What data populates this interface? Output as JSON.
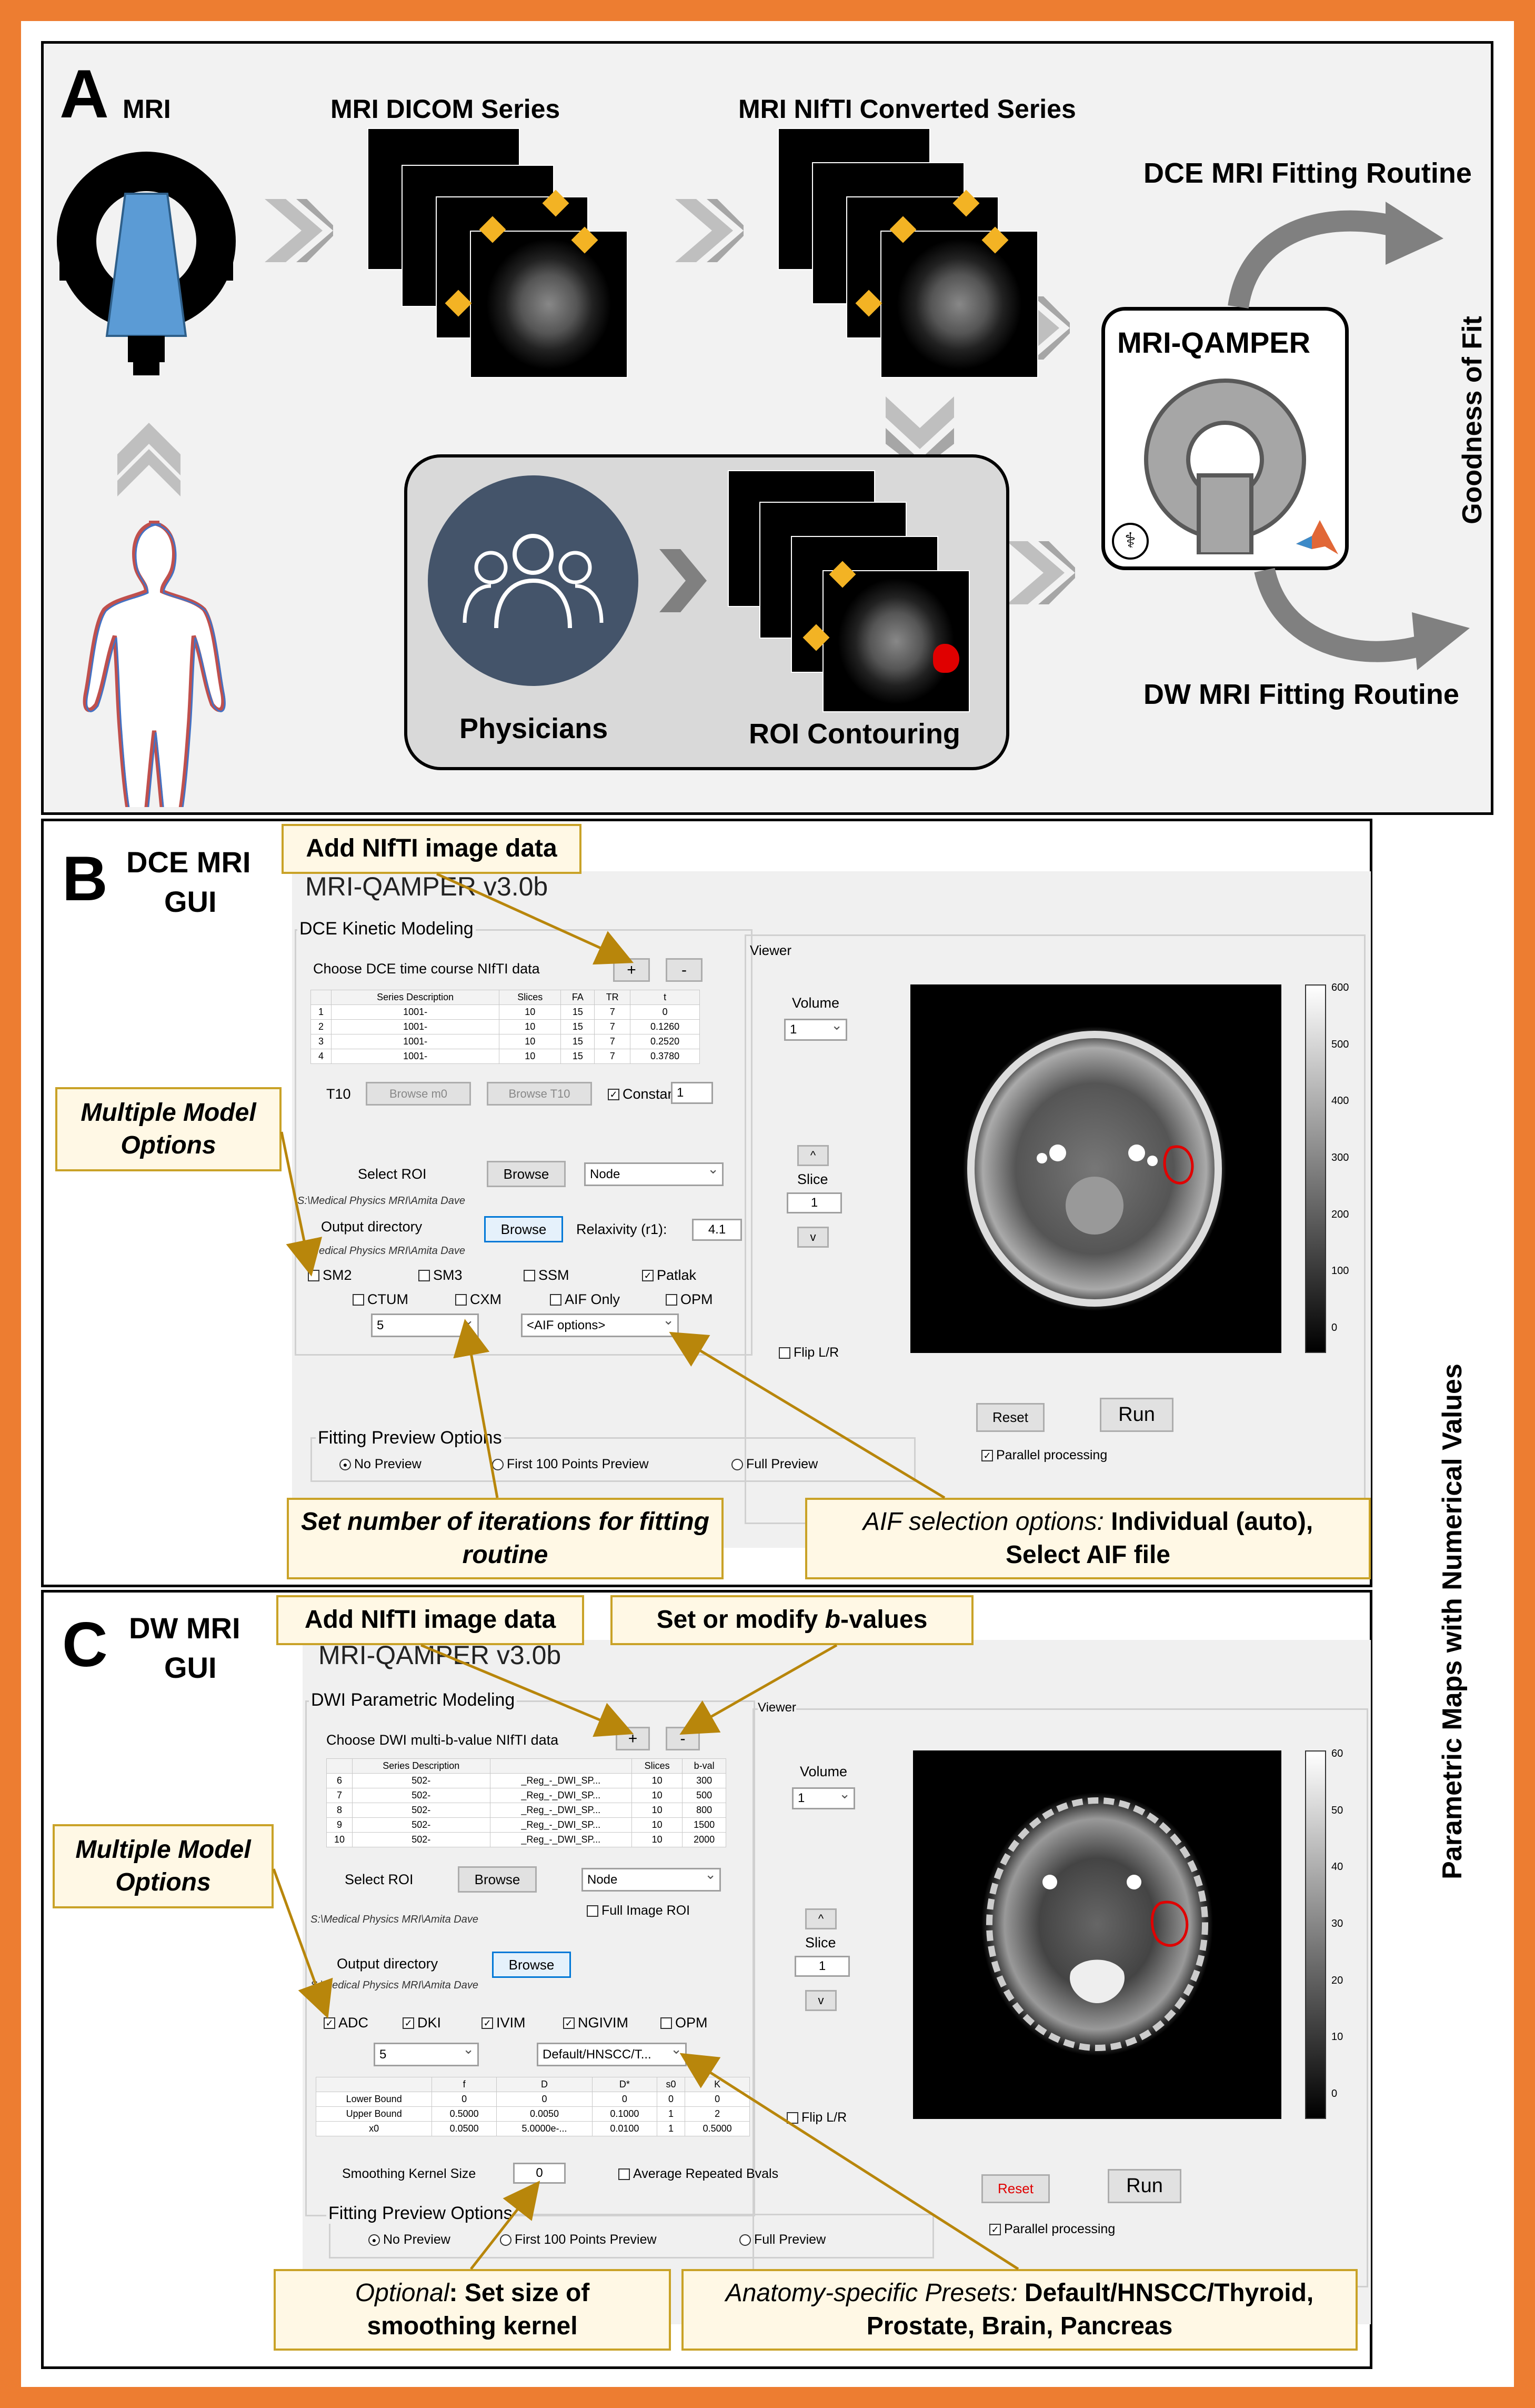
{
  "panelA": {
    "letter": "A",
    "mri_label": "MRI",
    "dicom_label": "MRI DICOM Series",
    "nifti_label": "MRI NIfTI Converted Series",
    "dce_routine": "DCE MRI Fitting Routine",
    "dw_routine": "DW MRI Fitting Routine",
    "qamper_label": "MRI-QAMPER",
    "goodness_label": "Goodness of Fit",
    "physicians_label": "Physicians",
    "roi_label": "ROI Contouring"
  },
  "right_label": "Parametric Maps with Numerical Values",
  "panelB": {
    "letter": "B",
    "title_line1": "DCE MRI",
    "title_line2": "GUI",
    "ann_add": "Add NIfTI image data",
    "ann_models": "Multiple Model Options",
    "ann_iter": "Set number of iterations for fitting routine",
    "ann_aif_it": "AIF selection options:",
    "ann_aif_b1": " Individual (auto),",
    "ann_aif_b2": "Select AIF file",
    "gui": {
      "app_title": "MRI-QAMPER v3.0b",
      "section": "DCE Kinetic Modeling",
      "choose": "Choose DCE time course NIfTI data",
      "plus": "+",
      "minus": "-",
      "viewer": "Viewer",
      "headers": [
        "",
        "Series Description",
        "Slices",
        "FA",
        "TR",
        "t"
      ],
      "rows": [
        [
          "1",
          "1001-",
          "10",
          "15",
          "7",
          "0"
        ],
        [
          "2",
          "1001-",
          "10",
          "15",
          "7",
          "0.1260"
        ],
        [
          "3",
          "1001-",
          "10",
          "15",
          "7",
          "0.2520"
        ],
        [
          "4",
          "1001-",
          "10",
          "15",
          "7",
          "0.3780"
        ]
      ],
      "t10": "T10",
      "browse_m0": "Browse m0",
      "browse_t10": "Browse T10",
      "constant": "Constant",
      "constant_val": "1",
      "select_roi": "Select ROI",
      "browse": "Browse",
      "roi_value": "Node",
      "path": "S:\\Medical Physics MRI\\Amita Dave",
      "output_dir": "Output directory",
      "relaxivity": "Relaxivity (r1):",
      "relaxivity_val": "4.1",
      "models": [
        "SM2",
        "SM3",
        "SSM",
        "Patlak",
        "CTUM",
        "CXM",
        "AIF Only",
        "OPM"
      ],
      "iter_val": "5",
      "aif_val": "<AIF options>",
      "volume": "Volume",
      "volume_val": "1",
      "up": "^",
      "slice": "Slice",
      "slice_val": "1",
      "down": "v",
      "flip": "Flip L/R",
      "cbar_ticks": [
        "600",
        "500",
        "400",
        "300",
        "200",
        "100",
        "0"
      ],
      "reset": "Reset",
      "run": "Run",
      "parallel": "Parallel processing",
      "preview_title": "Fitting Preview Options",
      "preview_opts": [
        "No Preview",
        "First 100 Points Preview",
        "Full Preview"
      ]
    }
  },
  "panelC": {
    "letter": "C",
    "title_line1": "DW MRI",
    "title_line2": "GUI",
    "ann_add": "Add NIfTI image data",
    "ann_bvals_pre": "Set or modify ",
    "ann_bvals_b": "b",
    "ann_bvals_post": "-values",
    "ann_models": "Multiple Model Options",
    "ann_smooth_it": "Optional",
    "ann_smooth_1": ": Set size of",
    "ann_smooth_2": "smoothing kernel",
    "ann_presets_it": "Anatomy-specific Presets:",
    "ann_presets_b1": " Default/HNSCC/Thyroid,",
    "ann_presets_b2": "Prostate, Brain, Pancreas",
    "gui": {
      "app_title": "MRI-QAMPER v3.0b",
      "section": "DWI Parametric Modeling",
      "choose": "Choose DWI multi-b-value NIfTI data",
      "plus": "+",
      "minus": "-",
      "viewer": "Viewer",
      "headers": [
        "",
        "Series Description",
        "",
        "Slices",
        "b-val"
      ],
      "rows": [
        [
          "6",
          "502-",
          "_Reg_-_DWI_SP...",
          "10",
          "300"
        ],
        [
          "7",
          "502-",
          "_Reg_-_DWI_SP...",
          "10",
          "500"
        ],
        [
          "8",
          "502-",
          "_Reg_-_DWI_SP...",
          "10",
          "800"
        ],
        [
          "9",
          "502-",
          "_Reg_-_DWI_SP...",
          "10",
          "1500"
        ],
        [
          "10",
          "502-",
          "_Reg_-_DWI_SP...",
          "10",
          "2000"
        ]
      ],
      "select_roi": "Select ROI",
      "browse": "Browse",
      "roi_value": "Node",
      "full_roi": "Full Image ROI",
      "path": "S:\\Medical Physics MRI\\Amita Dave",
      "output_dir": "Output directory",
      "models": [
        "ADC",
        "DKI",
        "IVIM",
        "NGIVIM",
        "OPM"
      ],
      "iter_val": "5",
      "preset_val": "Default/HNSCC/T...",
      "param_headers": [
        "",
        "f",
        "D",
        "D*",
        "s0",
        "K"
      ],
      "param_rows": [
        [
          "Lower Bound",
          "0",
          "0",
          "0",
          "0",
          "0"
        ],
        [
          "Upper Bound",
          "0.5000",
          "0.0050",
          "0.1000",
          "1",
          "2"
        ],
        [
          "x0",
          "0.0500",
          "5.0000e-...",
          "0.0100",
          "1",
          "0.5000"
        ]
      ],
      "smoothing": "Smoothing Kernel Size",
      "smoothing_val": "0",
      "avg_bvals": "Average Repeated Bvals",
      "volume": "Volume",
      "volume_val": "1",
      "up": "^",
      "slice": "Slice",
      "slice_val": "1",
      "down": "v",
      "flip": "Flip L/R",
      "cbar_ticks": [
        "60",
        "50",
        "40",
        "30",
        "20",
        "10",
        "0"
      ],
      "reset": "Reset",
      "run": "Run",
      "parallel": "Parallel processing",
      "preview_title": "Fitting Preview Options",
      "preview_opts": [
        "No Preview",
        "First 100 Points Preview",
        "Full Preview"
      ]
    }
  },
  "colors": {
    "frame": "#ED7D31",
    "annotation_border": "#C9A227",
    "annotation_bg": "#FFF8E5",
    "diamond": "#F3B324",
    "roi": "#E00000",
    "scanner_bore": "#5B9BD5",
    "physician_circle": "#44546A"
  }
}
